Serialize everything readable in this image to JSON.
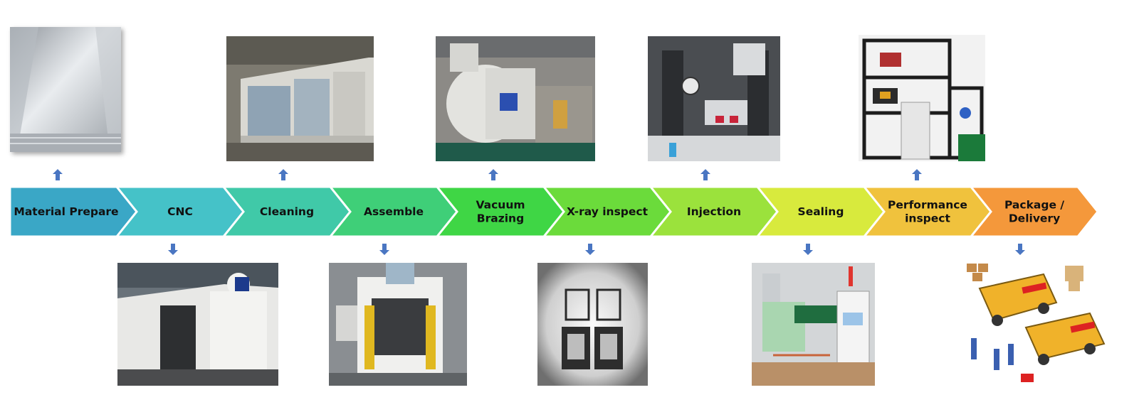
{
  "steps": [
    {
      "lines": [
        "Material Prepare"
      ],
      "color": "#3aa7c6"
    },
    {
      "lines": [
        "CNC"
      ],
      "color": "#45c2c8"
    },
    {
      "lines": [
        "Cleaning"
      ],
      "color": "#40c9a8"
    },
    {
      "lines": [
        "Assemble"
      ],
      "color": "#3fcf78"
    },
    {
      "lines": [
        "Vacuum",
        "Brazing"
      ],
      "color": "#3fd645"
    },
    {
      "lines": [
        "X-ray inspect"
      ],
      "color": "#6bdb3b"
    },
    {
      "lines": [
        "Injection"
      ],
      "color": "#9be23c"
    },
    {
      "lines": [
        "Sealing"
      ],
      "color": "#d8ea3d"
    },
    {
      "lines": [
        "Performance",
        "inspect"
      ],
      "color": "#f0c23d"
    },
    {
      "lines": [
        "Package /",
        "Delivery"
      ],
      "color": "#f4983b"
    }
  ],
  "colors": {
    "arrow": "#4a76c2"
  },
  "photos": [
    {
      "icon": "aluminum-sheet-icon"
    },
    {
      "icon": "cnc-machine-icon"
    },
    {
      "icon": "cleaning-line-icon"
    },
    {
      "icon": "assembly-press-icon"
    },
    {
      "icon": "vacuum-furnace-icon"
    },
    {
      "icon": "xray-image-icon"
    },
    {
      "icon": "injection-machine-icon"
    },
    {
      "icon": "sealing-welder-icon"
    },
    {
      "icon": "test-rig-icon"
    },
    {
      "icon": "delivery-truck-icon"
    }
  ]
}
